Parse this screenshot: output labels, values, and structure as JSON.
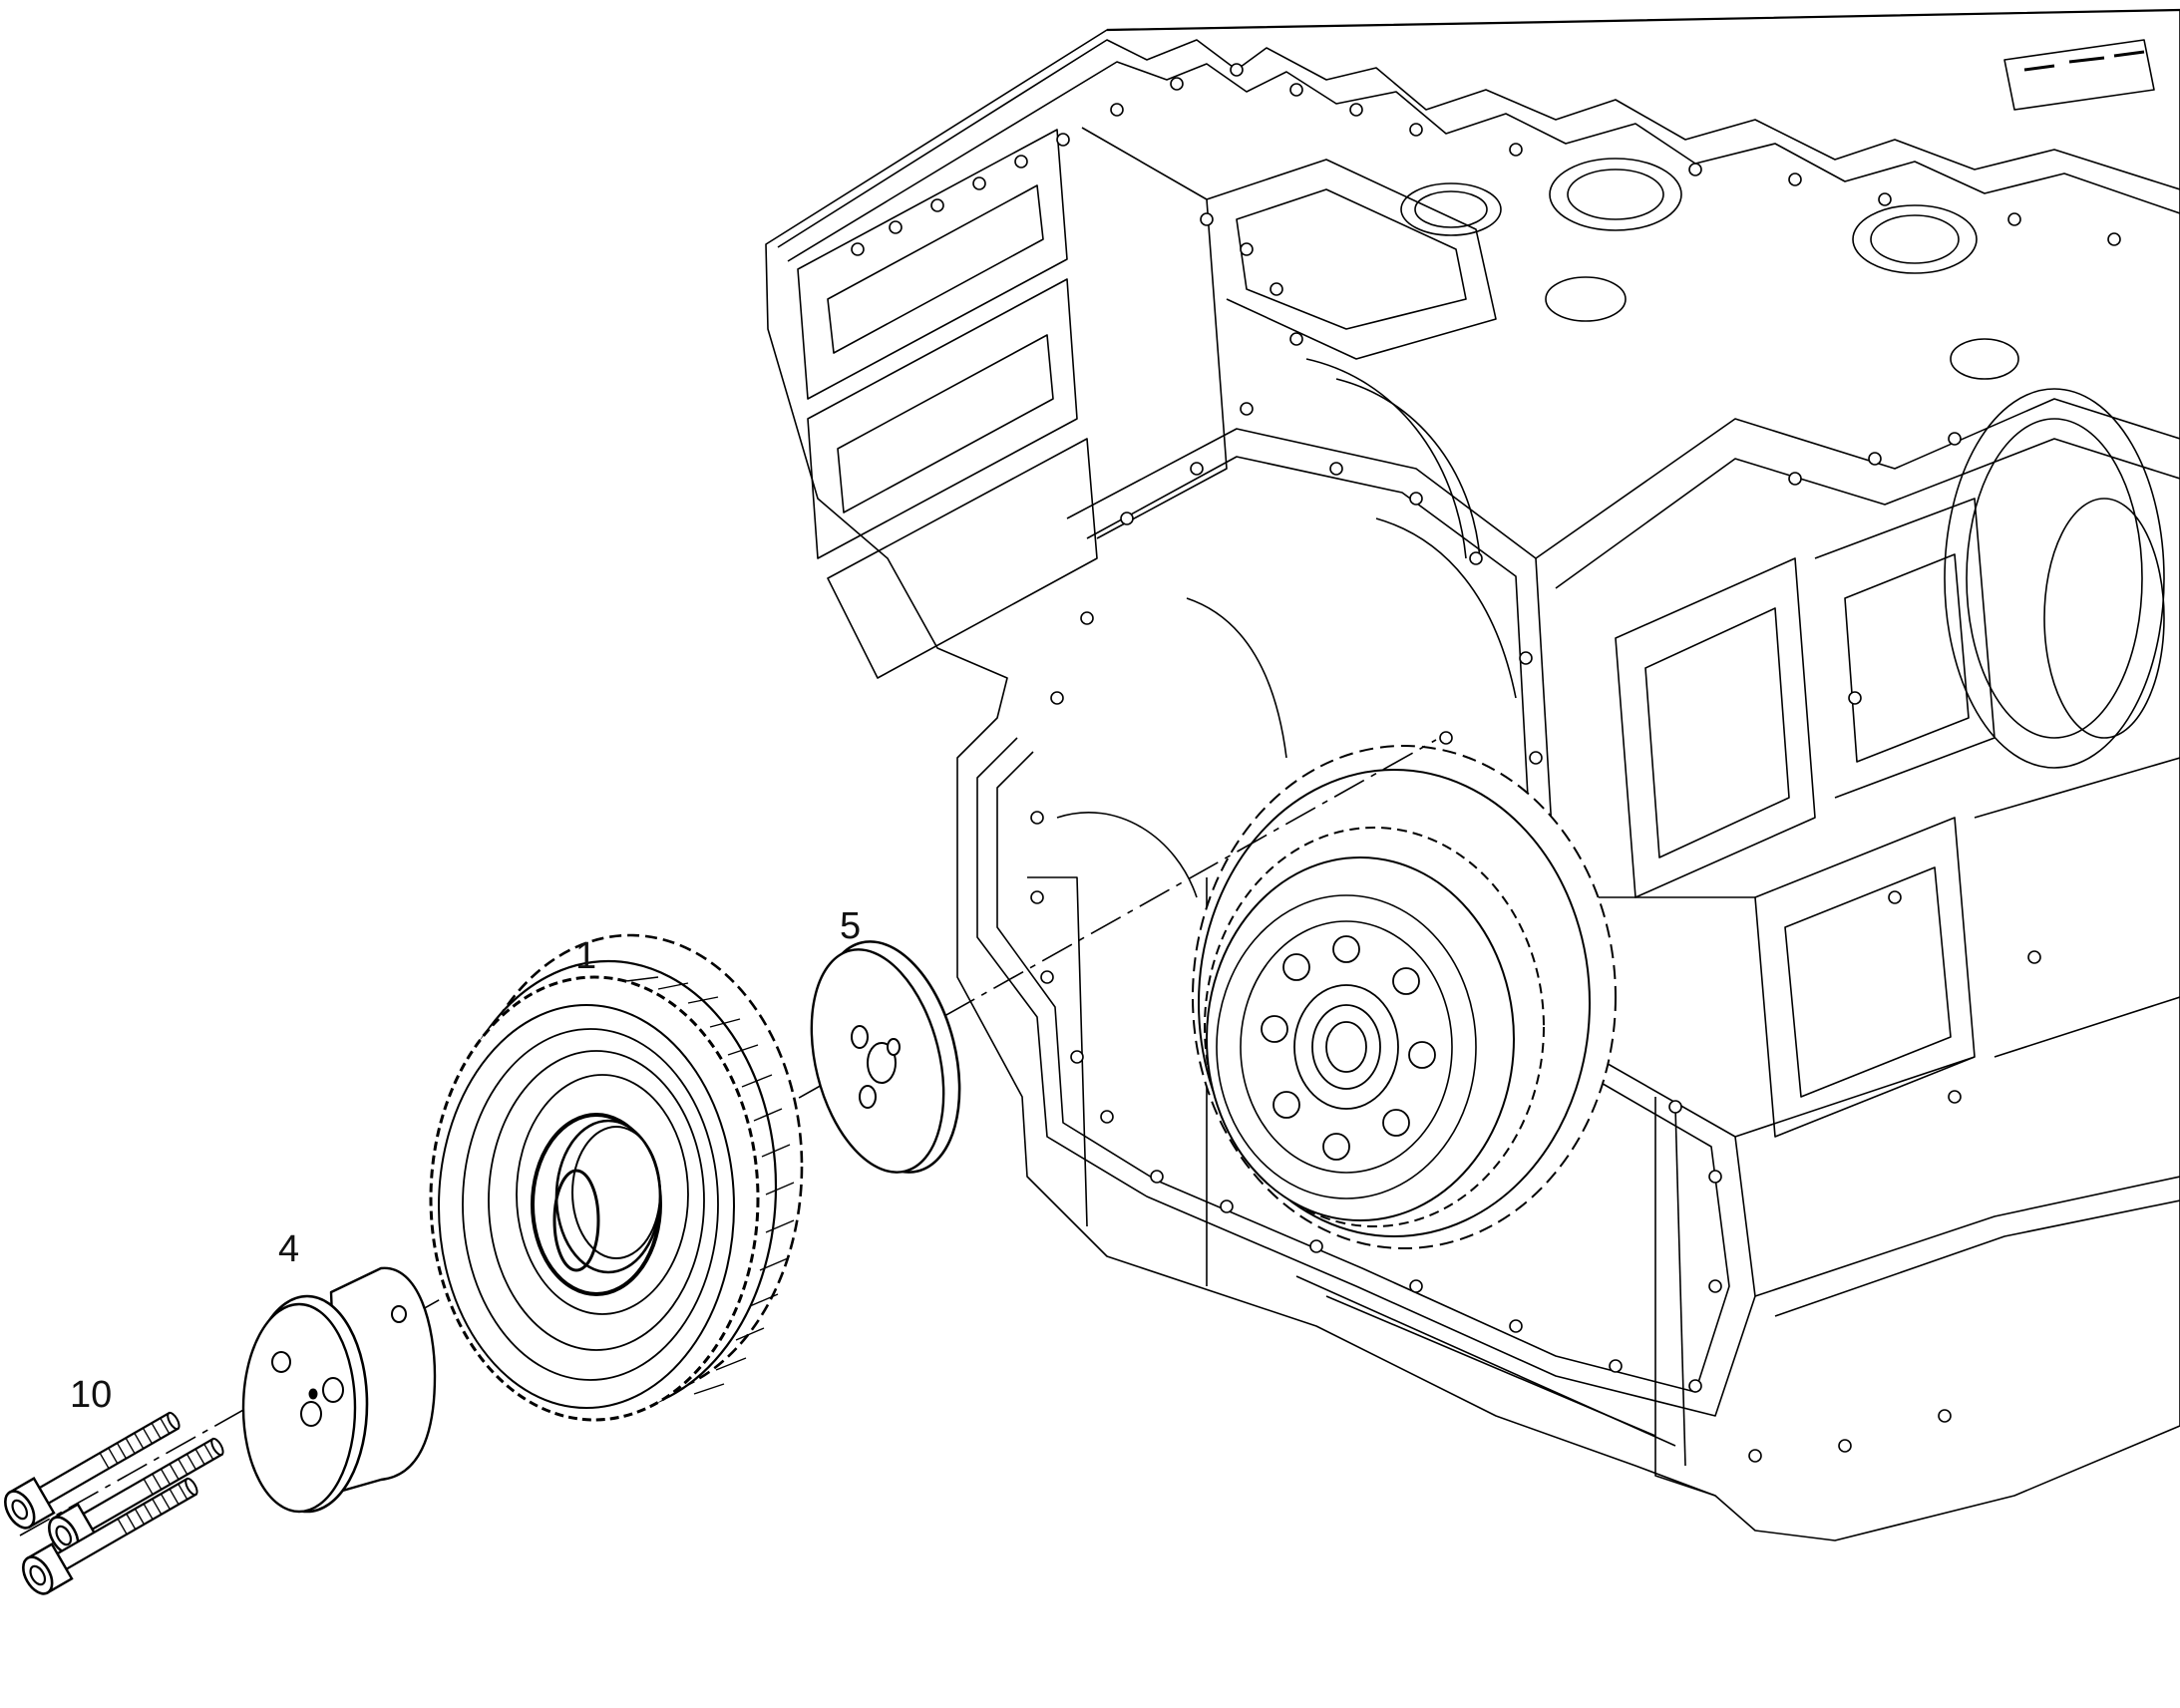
{
  "callouts": {
    "part_1": "1",
    "part_4": "4",
    "part_5": "5",
    "part_10": "10"
  }
}
